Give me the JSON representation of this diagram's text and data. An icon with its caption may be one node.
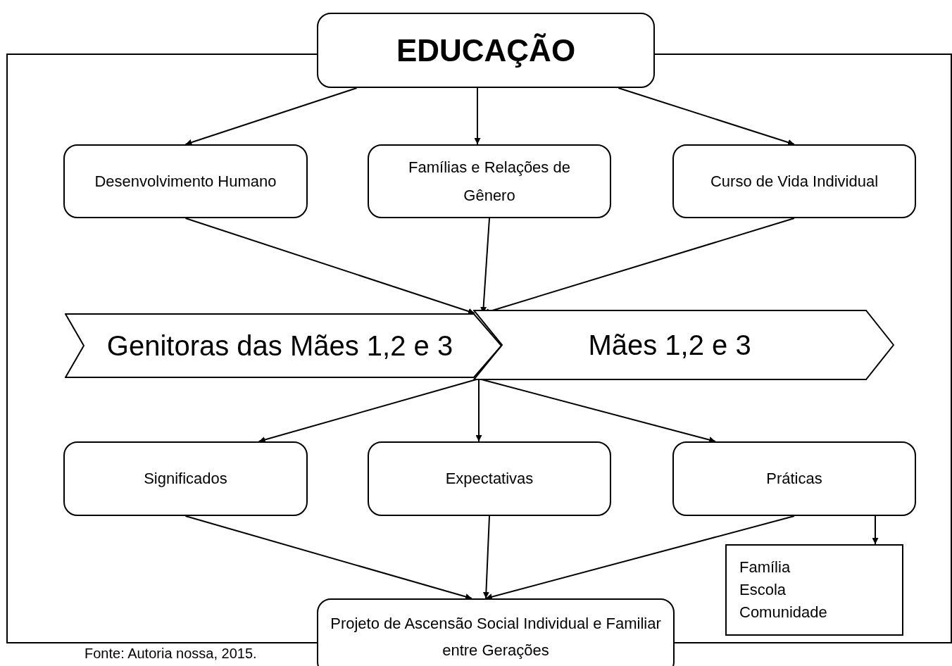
{
  "diagram": {
    "caption": "Fonte: Autoria nossa, 2015.",
    "nodes": [
      {
        "text": [
          "EDUCAÇÃO"
        ]
      },
      {
        "text": [
          "Desenvolvimento Humano"
        ]
      },
      {
        "text": [
          "Famílias e Relações de Gênero"
        ]
      },
      {
        "text": [
          "Curso de Vida Individual"
        ]
      },
      {
        "text": [
          "Genitoras das Mães 1,2 e 3"
        ]
      },
      {
        "text": [
          "Mães 1,2 e 3"
        ]
      },
      {
        "text": [
          "Significados"
        ]
      },
      {
        "text": [
          "Expectativas"
        ]
      },
      {
        "text": [
          "Práticas"
        ]
      },
      {
        "text": [
          "Família",
          "Escola",
          "Comunidade"
        ]
      },
      {
        "text": [
          "Projeto de Ascensão Social Individual e Familiar entre Gerações"
        ]
      }
    ],
    "edges": [
      {
        "from": 0,
        "to": 1,
        "arrow": "to"
      },
      {
        "from": 0,
        "to": 2,
        "arrow": "to"
      },
      {
        "from": 0,
        "to": 3,
        "arrow": "to"
      },
      {
        "from": 1,
        "to": 4,
        "arrow": "to"
      },
      {
        "from": 2,
        "to": 4,
        "arrow": "to"
      },
      {
        "from": 3,
        "to": 4,
        "arrow": "to"
      },
      {
        "from": 4,
        "to": 6,
        "arrow": "to"
      },
      {
        "from": 4,
        "to": 7,
        "arrow": "to"
      },
      {
        "from": 4,
        "to": 8,
        "arrow": "to"
      },
      {
        "from": 6,
        "to": 10,
        "arrow": "to"
      },
      {
        "from": 7,
        "to": 10,
        "arrow": "to"
      },
      {
        "from": 8,
        "to": 10,
        "arrow": "to"
      },
      {
        "from": 8,
        "to": 9,
        "arrow": "to"
      },
      {
        "from": 0,
        "to": 10,
        "arrow": "none"
      },
      {
        "from": 0,
        "to": 10,
        "arrow": "none"
      }
    ]
  }
}
